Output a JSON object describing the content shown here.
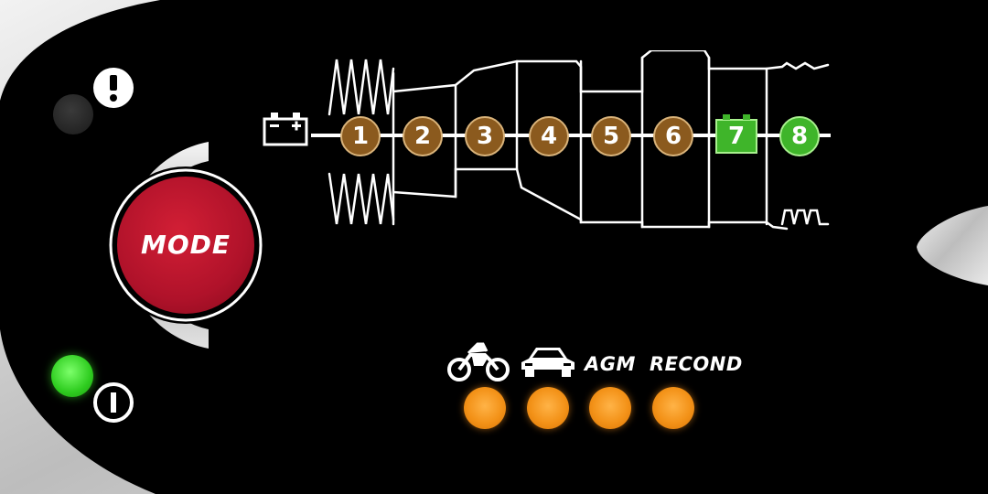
{
  "panel": {
    "mode_button_label": "MODE",
    "status_led_power": {
      "color": "#33cc33",
      "state": "on"
    },
    "status_led_error": {
      "color": "#2a2a2a",
      "state": "off"
    },
    "error_icon": "exclamation-circle-icon",
    "power_icon": "power-circle-icon"
  },
  "steps": {
    "battery_icon": "battery-icon",
    "items": [
      {
        "label": "1",
        "color": "#8b5a1e",
        "state": "off"
      },
      {
        "label": "2",
        "color": "#8b5a1e",
        "state": "off"
      },
      {
        "label": "3",
        "color": "#8b5a1e",
        "state": "off"
      },
      {
        "label": "4",
        "color": "#8b5a1e",
        "state": "off"
      },
      {
        "label": "5",
        "color": "#8b5a1e",
        "state": "off"
      },
      {
        "label": "6",
        "color": "#8b5a1e",
        "state": "off"
      },
      {
        "label": "7",
        "color": "#3fb52a",
        "state": "active"
      },
      {
        "label": "8",
        "color": "#3fb52a",
        "state": "active"
      }
    ]
  },
  "modes": {
    "motorcycle_icon": "motorcycle-icon",
    "car_icon": "car-icon",
    "agm_label": "AGM",
    "recond_label": "RECOND",
    "leds": [
      {
        "name": "motorcycle",
        "color": "#f39218",
        "state": "on"
      },
      {
        "name": "car",
        "color": "#f39218",
        "state": "on"
      },
      {
        "name": "agm",
        "color": "#f39218",
        "state": "on"
      },
      {
        "name": "recond",
        "color": "#f39218",
        "state": "on"
      }
    ]
  }
}
